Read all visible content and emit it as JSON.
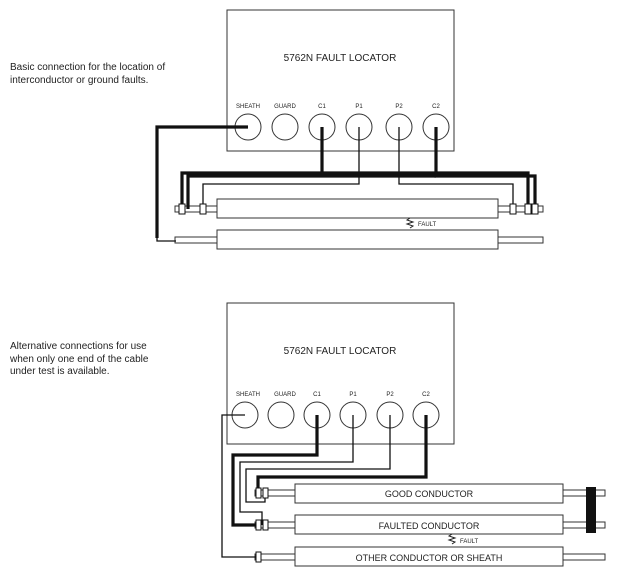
{
  "diagram1": {
    "caption_line1": "Basic connection for the location of",
    "caption_line2": "interconductor or ground faults.",
    "device_title": "5762N FAULT LOCATOR",
    "terminals": [
      "SHEATH",
      "GUARD",
      "C1",
      "P1",
      "P2",
      "C2"
    ],
    "fault_label": "FAULT"
  },
  "diagram2": {
    "caption_line1": "Alternative connections for use",
    "caption_line2": "when only one end of the cable",
    "caption_line3": "under test is available.",
    "device_title": "5762N FAULT LOCATOR",
    "terminals": [
      "SHEATH",
      "GUARD",
      "C1",
      "P1",
      "P2",
      "C2"
    ],
    "conductors": [
      "GOOD CONDUCTOR",
      "FAULTED CONDUCTOR",
      "OTHER CONDUCTOR OR SHEATH"
    ],
    "fault_label": "FAULT"
  }
}
